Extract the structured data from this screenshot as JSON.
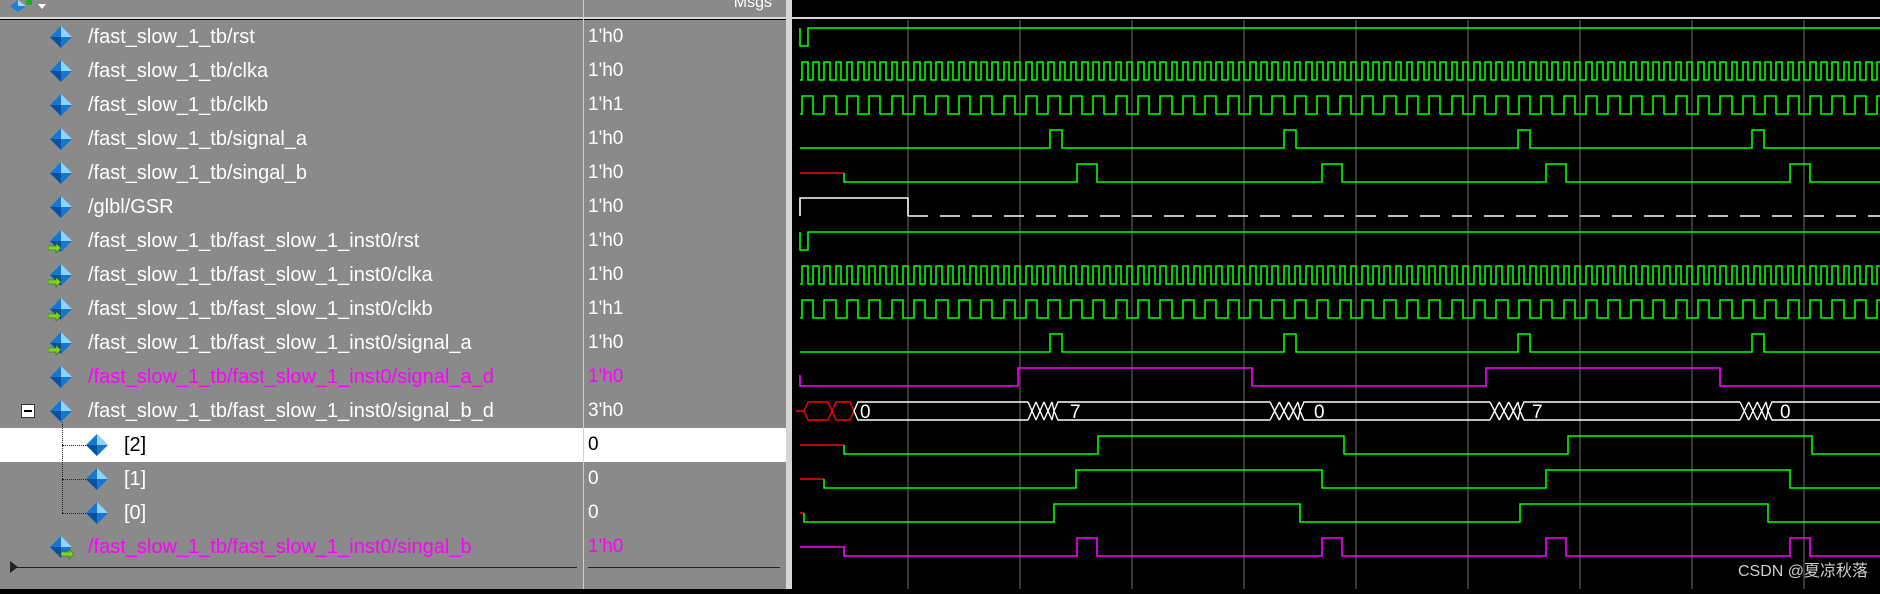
{
  "header": {
    "msgs_label": "Msgs"
  },
  "colors": {
    "signal_green": "#00ff00",
    "signal_pink": "#ff00ff",
    "signal_red": "#ff0000",
    "bus_white": "#ffffff",
    "gsr_white": "#ffffff",
    "grid": "#6f6f6f"
  },
  "signals": [
    {
      "name": "/fast_slow_1_tb/rst",
      "value": "1'h0",
      "icon": "diamond-icon",
      "color": "white"
    },
    {
      "name": "/fast_slow_1_tb/clka",
      "value": "1'h0",
      "icon": "diamond-icon",
      "color": "white"
    },
    {
      "name": "/fast_slow_1_tb/clkb",
      "value": "1'h1",
      "icon": "diamond-icon",
      "color": "white"
    },
    {
      "name": "/fast_slow_1_tb/signal_a",
      "value": "1'h0",
      "icon": "diamond-icon",
      "color": "white"
    },
    {
      "name": "/fast_slow_1_tb/singal_b",
      "value": "1'h0",
      "icon": "diamond-icon",
      "color": "white"
    },
    {
      "name": "/glbl/GSR",
      "value": "1'h0",
      "icon": "diamond-icon",
      "color": "white"
    },
    {
      "name": "/fast_slow_1_tb/fast_slow_1_inst0/rst",
      "value": "1'h0",
      "icon": "input-port-icon",
      "color": "white"
    },
    {
      "name": "/fast_slow_1_tb/fast_slow_1_inst0/clka",
      "value": "1'h0",
      "icon": "input-port-icon",
      "color": "white"
    },
    {
      "name": "/fast_slow_1_tb/fast_slow_1_inst0/clkb",
      "value": "1'h1",
      "icon": "input-port-icon",
      "color": "white"
    },
    {
      "name": "/fast_slow_1_tb/fast_slow_1_inst0/signal_a",
      "value": "1'h0",
      "icon": "input-port-icon",
      "color": "white"
    },
    {
      "name": "/fast_slow_1_tb/fast_slow_1_inst0/signal_a_d",
      "value": "1'h0",
      "icon": "diamond-icon",
      "color": "pink"
    },
    {
      "name": "/fast_slow_1_tb/fast_slow_1_inst0/signal_b_d",
      "value": "3'h0",
      "icon": "diamond-icon",
      "color": "white",
      "expanded": true
    },
    {
      "name": "[2]",
      "value": "0",
      "icon": "diamond-icon",
      "color": "white",
      "child": true,
      "selected": true
    },
    {
      "name": "[1]",
      "value": "0",
      "icon": "diamond-icon",
      "color": "white",
      "child": true
    },
    {
      "name": "[0]",
      "value": "0",
      "icon": "diamond-icon",
      "color": "white",
      "child": true
    },
    {
      "name": "/fast_slow_1_tb/fast_slow_1_inst0/singal_b",
      "value": "1'h0",
      "icon": "output-port-icon",
      "color": "pink"
    }
  ],
  "bus_values": [
    "0",
    "7",
    "0",
    "7",
    "0"
  ],
  "watermark": "CSDN @夏凉秋落"
}
